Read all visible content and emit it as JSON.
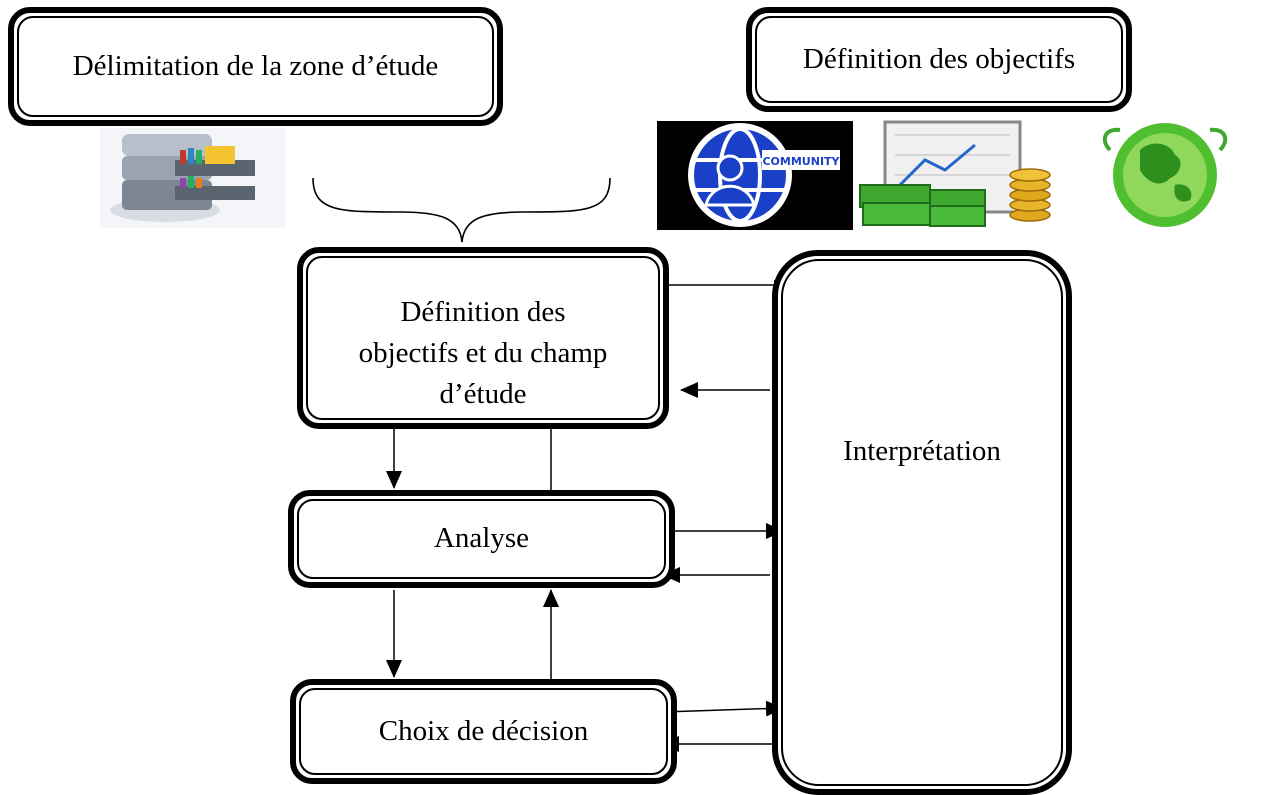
{
  "nodes": {
    "zone": "Délimitation de la zone d’étude",
    "objectifs": "Définition des objectifs",
    "definition": [
      "Définition des",
      "objectifs et du champ",
      "d’étude"
    ],
    "analyse": "Analyse",
    "choix": "Choix de décision",
    "interpretation": "Interprétation"
  },
  "images": {
    "database": "database-archive-icon",
    "community": "community-globe-icon",
    "finance": "finance-chart-money-icon",
    "earth": "green-earth-icon",
    "flowchart": "flowchart-icon",
    "community_label": "COMMUNITY"
  },
  "colors": {
    "teal": "#7ec8d3",
    "dark_teal": "#1c6f80",
    "red": "#e8474b",
    "blue": "#1a40c8",
    "green": "#3fa82f",
    "gold": "#e0a81c"
  }
}
